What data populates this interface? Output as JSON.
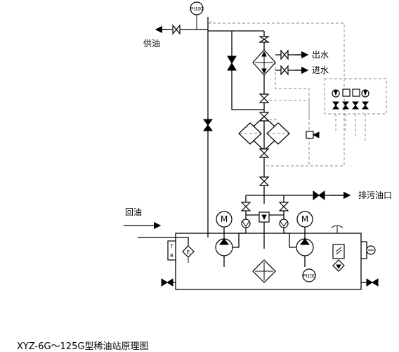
{
  "labels": {
    "supply_oil": "供油",
    "water_out": "出水",
    "water_in": "进水",
    "return_oil": "回油",
    "drain_outlet": "排污油口",
    "pt100_top": "Pt100",
    "pt100_tank": "Pt100",
    "motor_left": "M",
    "motor_right": "M",
    "tb_t": "T",
    "tb_b": "B",
    "heater_e": "E"
  },
  "caption": "XYZ-6G～125G型稀油站原理图"
}
